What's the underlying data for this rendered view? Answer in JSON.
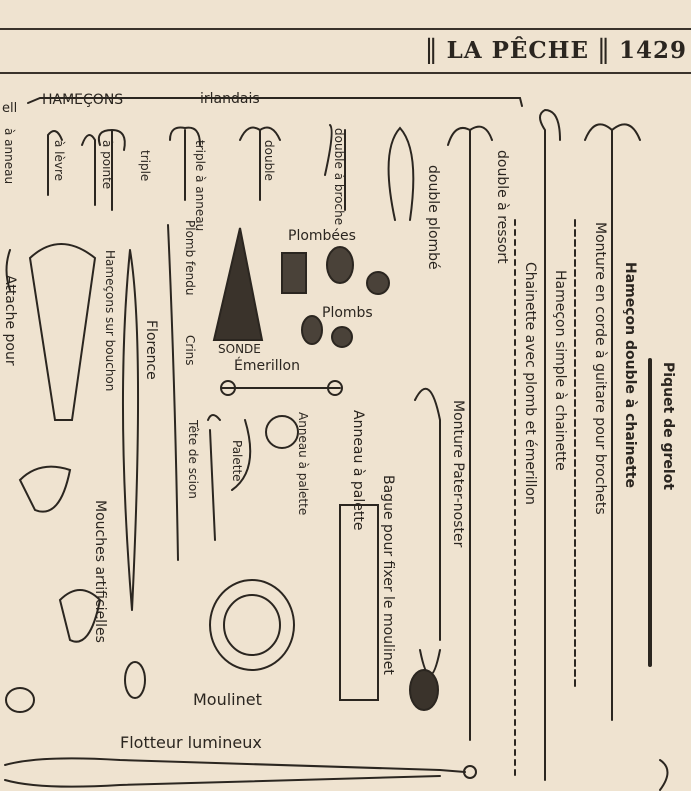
{
  "header": {
    "section": "LA PÊCHE",
    "page_number": "1429"
  },
  "labels": {
    "hamecons": "HAMEÇONS",
    "irlandais": "irlandais",
    "ell": "ell",
    "anneau": "à anneau",
    "levre": "à lèvre",
    "pointe": "à pointe",
    "triple": "triple",
    "triple_anneau": "triple à anneau",
    "double": "double",
    "double_broche": "double à broche",
    "double_plombe": "double plombé",
    "double_ressort": "double à ressort",
    "hamecon_double_chainette": "Hameçon double à chainette",
    "monture_corde": "Monture en corde à guitare pour brochets",
    "hamecon_simple_chainette": "Hameçon simple à chainette",
    "chainette_plomb": "Chainette avec plomb et émerillon",
    "piquet": "Piquet de grelot",
    "attache": "Attache pour",
    "hamecons_bouchon": "Hameçons sur bouchon",
    "florence": "Florence",
    "plomb_fendu": "Plomb fendu",
    "crins": "Crins",
    "plombees": "Plombées",
    "plombs": "Plombs",
    "sonde": "SONDE",
    "emerillon": "Émerillon",
    "anneau_palette_1": "Anneau à palette",
    "anneau_palette_2": "Anneau à palette",
    "palette": "Palette",
    "tete_scion": "Tête de scion",
    "monture_pater": "Monture Pater-noster",
    "bague": "Bague pour fixer le moulinet",
    "mouches": "Mouches artificielles",
    "moulinet": "Moulinet",
    "flotteur": "Flotteur lumineux"
  },
  "colors": {
    "paper": "#efe3d0",
    "ink": "#2b2620"
  }
}
